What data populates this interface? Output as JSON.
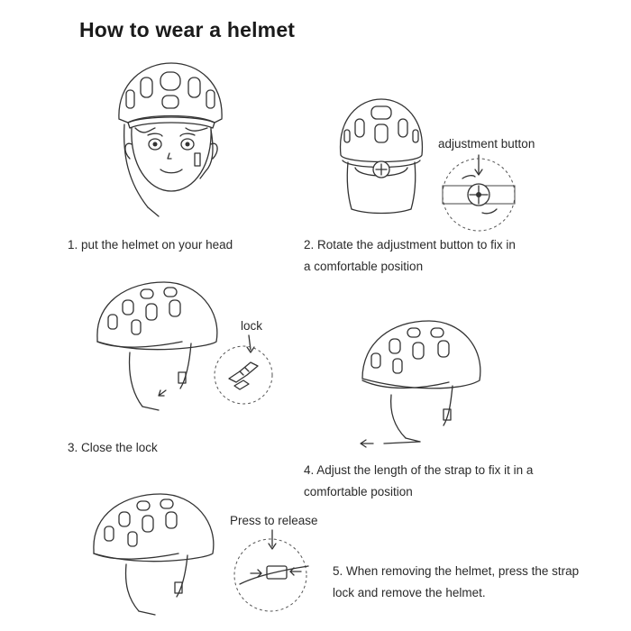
{
  "title": "How to wear a helmet",
  "steps": {
    "step1": "1. put the helmet on your head",
    "step2_line1": "2. Rotate the adjustment button to fix in",
    "step2_line2": "a comfortable position",
    "step3": "3. Close the lock",
    "step4_line1": "4. Adjust the length of the strap to fix it in a",
    "step4_line2": "comfortable position",
    "step5_line1": "5. When removing the helmet, press the strap",
    "step5_line2": "lock and remove the helmet."
  },
  "callouts": {
    "adjustment_button": "adjustment button",
    "lock": "lock",
    "press_to_release": "Press to release"
  }
}
